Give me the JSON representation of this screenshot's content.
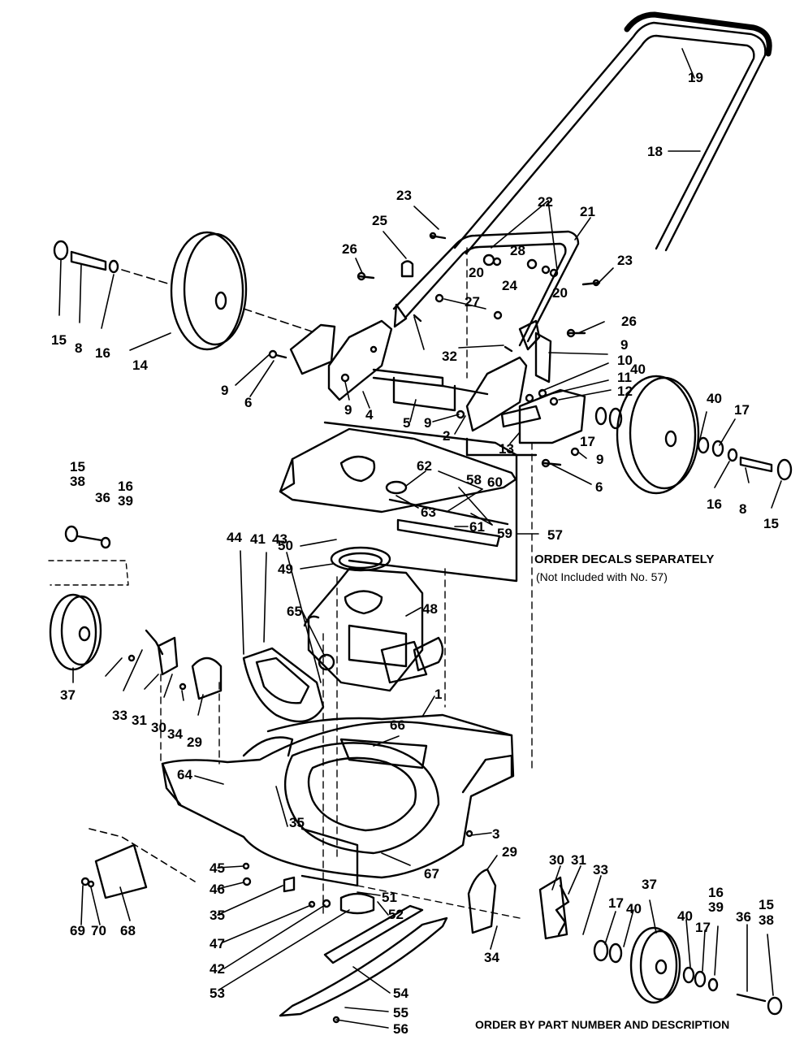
{
  "labels": {
    "p1": "1",
    "p2": "2",
    "p3": "3",
    "p4": "4",
    "p5": "5",
    "p6a": "6",
    "p6b": "6",
    "p8a": "8",
    "p8b": "8",
    "p9a": "9",
    "p9b": "9",
    "p9c": "9",
    "p9d": "9",
    "p9e": "9",
    "p10": "10",
    "p11": "11",
    "p12": "12",
    "p13": "13",
    "p14": "14",
    "p15a": "15",
    "p15b": "15",
    "p15c": "15",
    "p15d": "15",
    "p16a": "16",
    "p16b": "16",
    "p16c": "16",
    "p16d": "16",
    "p17a": "17",
    "p17b": "17",
    "p17c": "17",
    "p17d": "17",
    "p18": "18",
    "p19": "19",
    "p20a": "20",
    "p20b": "20",
    "p21": "21",
    "p22": "22",
    "p23a": "23",
    "p23b": "23",
    "p24": "24",
    "p25": "25",
    "p26a": "26",
    "p26b": "26",
    "p27": "27",
    "p28": "28",
    "p29a": "29",
    "p29b": "29",
    "p30a": "30",
    "p30b": "30",
    "p31a": "31",
    "p31b": "31",
    "p32": "32",
    "p33a": "33",
    "p33b": "33",
    "p34a": "34",
    "p34b": "34",
    "p35a": "35",
    "p35b": "35",
    "p36a": "36",
    "p36b": "36",
    "p37a": "37",
    "p37b": "37",
    "p38a": "38",
    "p38b": "38",
    "p39a": "39",
    "p39b": "39",
    "p40a": "40",
    "p40b": "40",
    "p40c": "40",
    "p40d": "40",
    "p41": "41",
    "p42": "42",
    "p43": "43",
    "p44": "44",
    "p45": "45",
    "p46": "46",
    "p47": "47",
    "p48": "48",
    "p49": "49",
    "p50": "50",
    "p51": "51",
    "p52": "52",
    "p53": "53",
    "p54": "54",
    "p55": "55",
    "p56": "56",
    "p57": "57",
    "p58": "58",
    "p59": "59",
    "p60": "60",
    "p61": "61",
    "p62": "62",
    "p63": "63",
    "p64": "64",
    "p65": "65",
    "p66": "66",
    "p67": "67",
    "p68": "68",
    "p69": "69",
    "p70": "70"
  },
  "notes": {
    "decals_line1": "ORDER DECALS SEPARATELY",
    "decals_line2": "(Not Included with No. 57)",
    "order_footer": "ORDER BY PART NUMBER AND DESCRIPTION"
  }
}
